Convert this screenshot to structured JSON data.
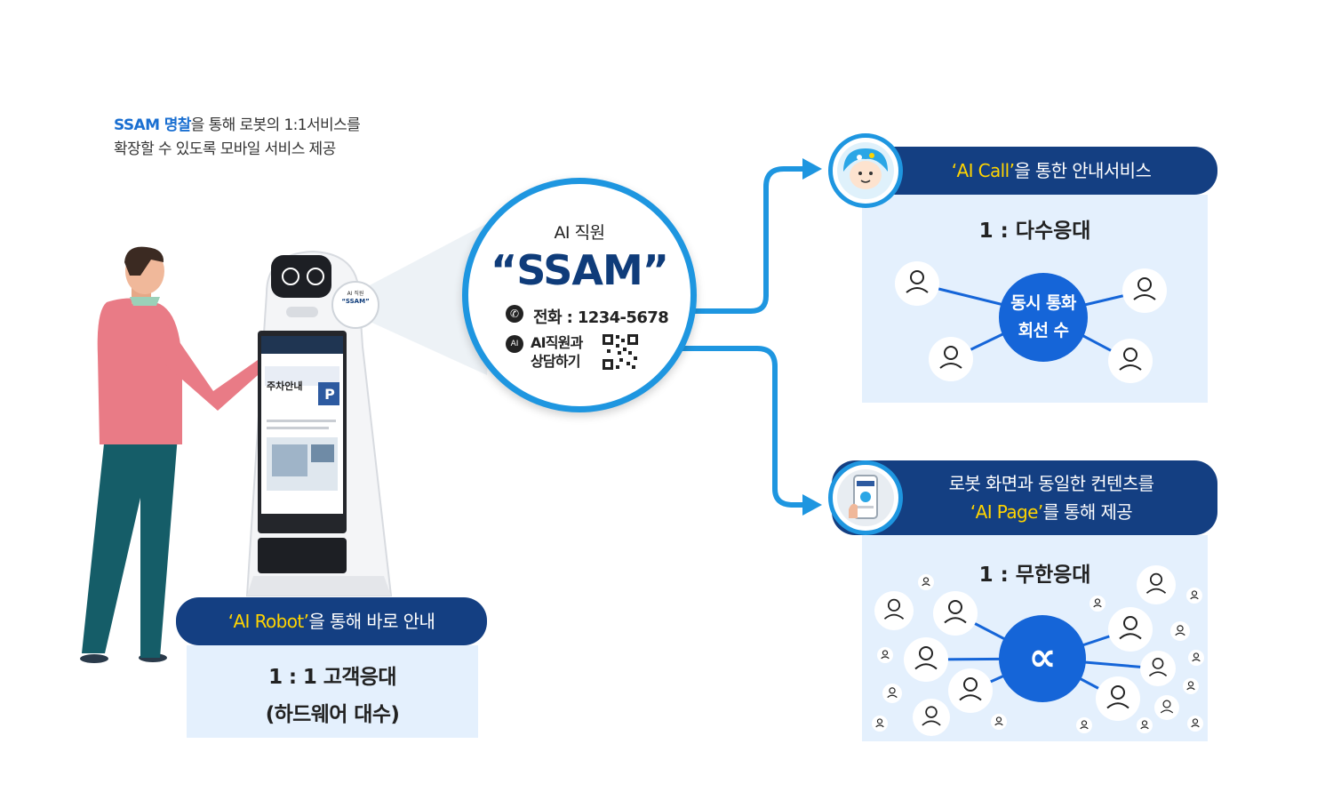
{
  "caption": {
    "highlight": "SSAM 명찰",
    "line1_rest": "을 통해 로봇의 1:1서비스를",
    "line2": "확장할 수 있도록 모바일 서비스 제공"
  },
  "bubble": {
    "role": "AI 직원",
    "name": "“SSAM”",
    "phone": "전화 : 1234-5678",
    "consult_line1": "AI직원과",
    "consult_line2": "상담하기"
  },
  "mini_tag": {
    "role": "AI 직원",
    "name": "“SSAM”"
  },
  "robot_screen": {
    "heading": "주차안내"
  },
  "robot_service": {
    "highlight": "‘AI Robot’",
    "rest": "을 통해 바로 안내",
    "line1": "1 : 1 고객응대",
    "line2": "(하드웨어 대수)"
  },
  "call_service": {
    "highlight": "‘AI Call’",
    "rest": "을 통한 안내서비스",
    "title": "1 :  다수응대",
    "center_line1": "동시 통화",
    "center_line2": "회선 수"
  },
  "page_service": {
    "line1": "로봇 화면과 동일한 컨텐츠를",
    "highlight": "‘AI Page’",
    "rest": "를 통해 제공",
    "title": "1 :  무한응대",
    "center_symbol": "∝"
  },
  "colors": {
    "navy": "#143f82",
    "accent_blue": "#1e96e0",
    "node_blue": "#1565d8",
    "panel_bg": "#e4f0fd",
    "highlight_yellow": "#ffd400"
  }
}
